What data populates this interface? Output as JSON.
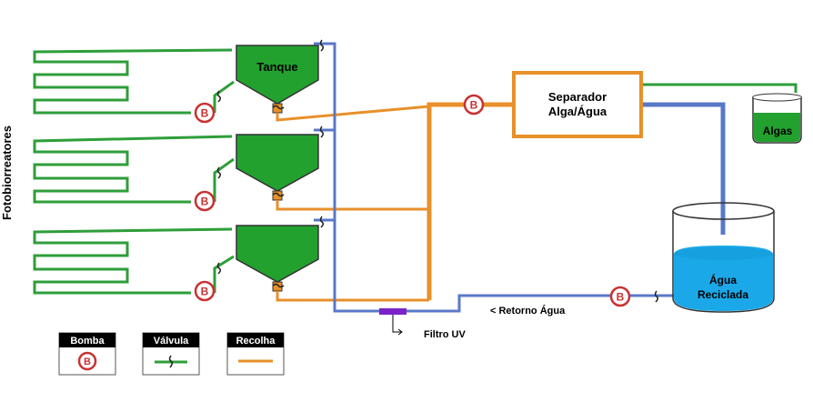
{
  "labels": {
    "photobioreactors": "Fotobiorreatores",
    "tank": "Tanque",
    "separator_line1": "Separador",
    "separator_line2": "Alga/Água",
    "algae": "Algas",
    "water_line1": "Água",
    "water_line2": "Reciclada",
    "return_water": "< Retorno Água",
    "uv_filter": "Filtro UV",
    "pump_symbol": "B"
  },
  "legend": {
    "pump": "Bomba",
    "valve": "Válvula",
    "collection": "Recolha",
    "pump_symbol": "B"
  },
  "colors": {
    "reactor_green": "#2e9e3a",
    "tank_green": "#22a12e",
    "collection_orange": "#e8902a",
    "water_blue": "#5a78c8",
    "pump_red": "#c83232",
    "uv_purple": "#7a22c8",
    "water_cyan": "#1aa8e8",
    "legend_header": "#000000"
  },
  "icons": {
    "pump": "pump-icon",
    "valve": "valve-icon",
    "uv_filter": "uv-filter-icon"
  }
}
